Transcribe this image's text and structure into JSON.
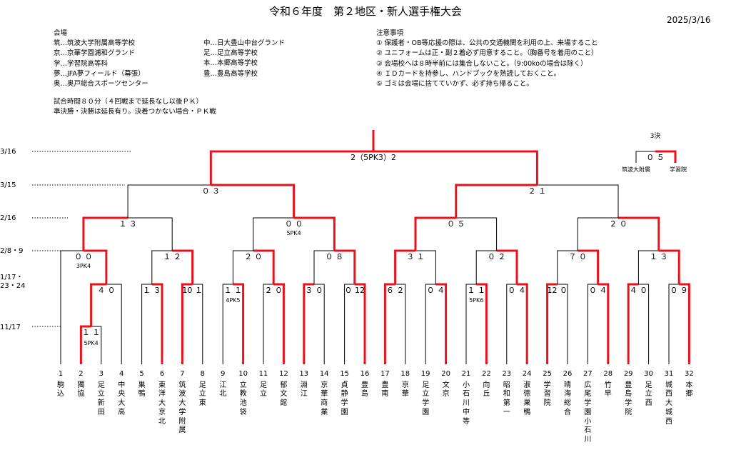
{
  "title": "令和６年度　第２地区・新人選手権大会",
  "date": "2025/3/16",
  "venues": {
    "heading": "会場",
    "left": [
      "筑…筑波大学附属高等学校",
      "京…京華学園浦和グランド",
      "学…学習院高等科",
      "夢…JFA夢フィールド（幕張）",
      "奥…奥戸総合スポーツセンター"
    ],
    "right": [
      "中…日大豊山中台グランド",
      "足…足立高等学校",
      "本…本郷高等学校",
      "豊…豊島高等学校"
    ]
  },
  "match_rules": [
    "試合時間８０分（４回戦まで延長なし以後ＰＫ）",
    "準決勝・決勝は延長有り。決着つかない場合・ＰＫ戦"
  ],
  "notices": {
    "heading": "注意事項",
    "items": [
      "① 保護者・OB等応援の際は、公共の交通機関を利用の上、来場すること",
      "② ユニフォームは正・副２着必ず用意すること。（胸番号を着用のこと）",
      "③ 会場校へは８時半前には集合しないこと。（9:00koの場合は除く）",
      "④ ＩＤカードを持参し、ハンドブックを熟読しておくこと。",
      "⑤ ゴミは会場に捨てていかず、必ず持ち帰ること。"
    ]
  },
  "round_dates": [
    "3/16",
    "3/15",
    "2/16",
    "2/8・9",
    "1/17・",
    "23・24",
    "11/17"
  ],
  "scores": {
    "final": "2（5PK3）2",
    "third_place_label": "3決",
    "third_place_score": "０ ５",
    "third_place_teams": [
      "筑波大附属",
      "学習院"
    ],
    "semis": [
      "０ ３",
      "２ １"
    ],
    "qf": [
      "１ ３",
      "０ ０",
      "０ ５",
      "２ ０"
    ],
    "qf_pk": "5PK4",
    "r16": [
      "０ ０",
      "１ ２",
      "２ ０",
      "０ ８",
      "３ １",
      "０ ２",
      "７ ０",
      "１ ３"
    ],
    "r16_pk": "3PK4",
    "r32": [
      "４ ０",
      "１ ３",
      "10 １",
      "１ １",
      "２ ０",
      "３ ０",
      "０ 12",
      "６ ２",
      "０ ４",
      "１ １",
      "０ ４",
      "12 ０",
      "０ ４",
      "４ ０",
      "０ ９"
    ],
    "r32_pk": [
      "4PK5",
      "5PK6"
    ],
    "r64": "１ １",
    "r64_pk": "5PK4"
  },
  "teams": [
    {
      "no": "1",
      "name": "駒込"
    },
    {
      "no": "2",
      "name": "獨協"
    },
    {
      "no": "3",
      "name": "足立新田"
    },
    {
      "no": "4",
      "name": "中央大高"
    },
    {
      "no": "5",
      "name": "巣鴨"
    },
    {
      "no": "6",
      "name": "東洋大京北"
    },
    {
      "no": "7",
      "name": "筑波大学附属"
    },
    {
      "no": "8",
      "name": "足立東"
    },
    {
      "no": "9",
      "name": "江北"
    },
    {
      "no": "10",
      "name": "立教池袋"
    },
    {
      "no": "11",
      "name": "足立"
    },
    {
      "no": "12",
      "name": "郁文館"
    },
    {
      "no": "13",
      "name": "淵江"
    },
    {
      "no": "14",
      "name": "京華商業"
    },
    {
      "no": "15",
      "name": "貞静学園"
    },
    {
      "no": "16",
      "name": "豊島"
    },
    {
      "no": "17",
      "name": "豊南"
    },
    {
      "no": "18",
      "name": "京華"
    },
    {
      "no": "19",
      "name": "足立学園"
    },
    {
      "no": "20",
      "name": "文京"
    },
    {
      "no": "21",
      "name": "小石川中等"
    },
    {
      "no": "22",
      "name": "向丘"
    },
    {
      "no": "23",
      "name": "昭和第一"
    },
    {
      "no": "24",
      "name": "淑徳巣鴨"
    },
    {
      "no": "25",
      "name": "学習院"
    },
    {
      "no": "26",
      "name": "晴海総合"
    },
    {
      "no": "27",
      "name": "広尾学園小石川"
    },
    {
      "no": "28",
      "name": "竹早"
    },
    {
      "no": "29",
      "name": "豊島学院"
    },
    {
      "no": "30",
      "name": "足立西"
    },
    {
      "no": "31",
      "name": "城西大城西"
    },
    {
      "no": "32",
      "name": "本郷"
    }
  ],
  "colors": {
    "winner_line": "#e8121c",
    "loser_line": "#000000",
    "text": "#000000",
    "background": "#ffffff"
  }
}
